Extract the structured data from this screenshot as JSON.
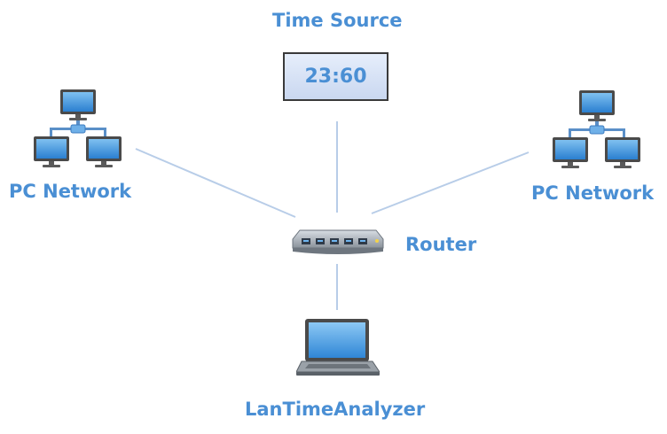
{
  "time_source": {
    "label": "Time Source",
    "display_time": "23:60"
  },
  "left_network": {
    "label": "PC Network"
  },
  "right_network": {
    "label": "PC Network"
  },
  "router": {
    "label": "Router"
  },
  "analyzer": {
    "label": "LanTimeAnalyzer"
  },
  "colors": {
    "label_blue": "#4a8fd4",
    "connector_line": "#b8cde8",
    "monitor_blue": "#3d8fd8",
    "monitor_frame": "#4a4a4a"
  },
  "icons": {
    "pc_network": "network-topology-icon",
    "router": "router-icon",
    "laptop": "laptop-icon"
  }
}
